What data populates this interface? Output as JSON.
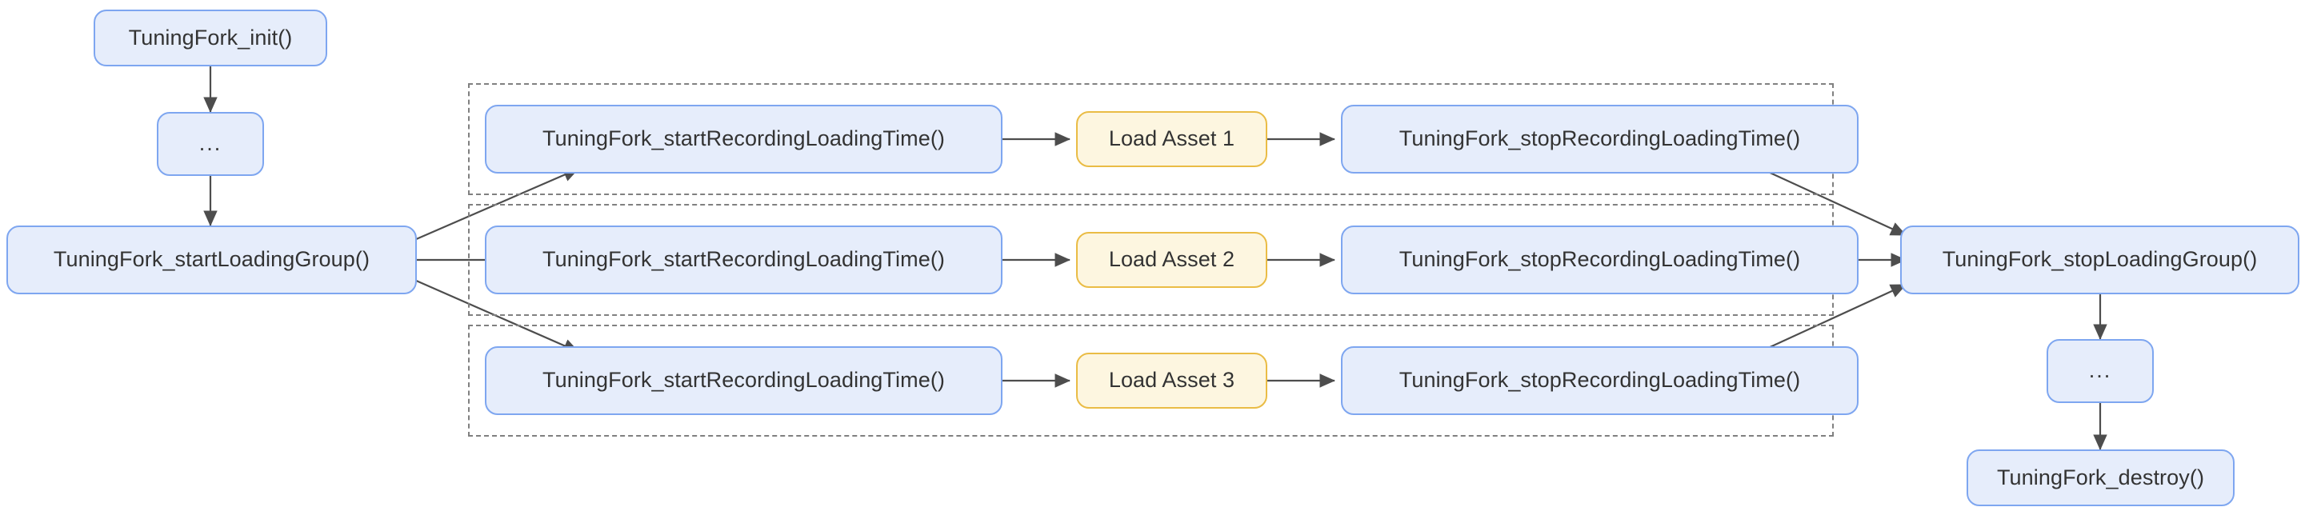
{
  "diagram": {
    "title": "TuningFork loading time instrumentation flow",
    "type": "flowchart",
    "colors": {
      "node_fill_blue": "#e6edfb",
      "node_border_blue": "#7ea6f0",
      "node_fill_yellow": "#fdf6e0",
      "node_border_yellow": "#eabc45",
      "edge_stroke": "#4d4d4d",
      "group_border": "#808080",
      "text": "#333333",
      "background": "#ffffff"
    },
    "nodes": {
      "init": "TuningFork_init()",
      "ellipsis_top": "...",
      "start_loading_group": "TuningFork_startLoadingGroup()",
      "row1_start": "TuningFork_startRecordingLoadingTime()",
      "row1_asset": "Load Asset 1",
      "row1_stop": "TuningFork_stopRecordingLoadingTime()",
      "row2_start": "TuningFork_startRecordingLoadingTime()",
      "row2_asset": "Load Asset 2",
      "row2_stop": "TuningFork_stopRecordingLoadingTime()",
      "row3_start": "TuningFork_startRecordingLoadingTime()",
      "row3_asset": "Load Asset 3",
      "row3_stop": "TuningFork_stopRecordingLoadingTime()",
      "stop_loading_group": "TuningFork_stopLoadingGroup()",
      "ellipsis_bottom": "...",
      "destroy": "TuningFork_destroy()"
    },
    "groups": [
      {
        "label": "",
        "row": 1
      },
      {
        "label": "",
        "row": 2
      },
      {
        "label": "",
        "row": 3
      }
    ],
    "edges": [
      {
        "from": "init",
        "to": "ellipsis_top"
      },
      {
        "from": "ellipsis_top",
        "to": "start_loading_group"
      },
      {
        "from": "start_loading_group",
        "to": "row1_start"
      },
      {
        "from": "start_loading_group",
        "to": "row2_start"
      },
      {
        "from": "start_loading_group",
        "to": "row3_start"
      },
      {
        "from": "row1_start",
        "to": "row1_asset"
      },
      {
        "from": "row1_asset",
        "to": "row1_stop"
      },
      {
        "from": "row2_start",
        "to": "row2_asset"
      },
      {
        "from": "row2_asset",
        "to": "row2_stop"
      },
      {
        "from": "row3_start",
        "to": "row3_asset"
      },
      {
        "from": "row3_asset",
        "to": "row3_stop"
      },
      {
        "from": "row1_stop",
        "to": "stop_loading_group"
      },
      {
        "from": "row2_stop",
        "to": "stop_loading_group"
      },
      {
        "from": "row3_stop",
        "to": "stop_loading_group"
      },
      {
        "from": "stop_loading_group",
        "to": "ellipsis_bottom"
      },
      {
        "from": "ellipsis_bottom",
        "to": "destroy"
      }
    ]
  }
}
